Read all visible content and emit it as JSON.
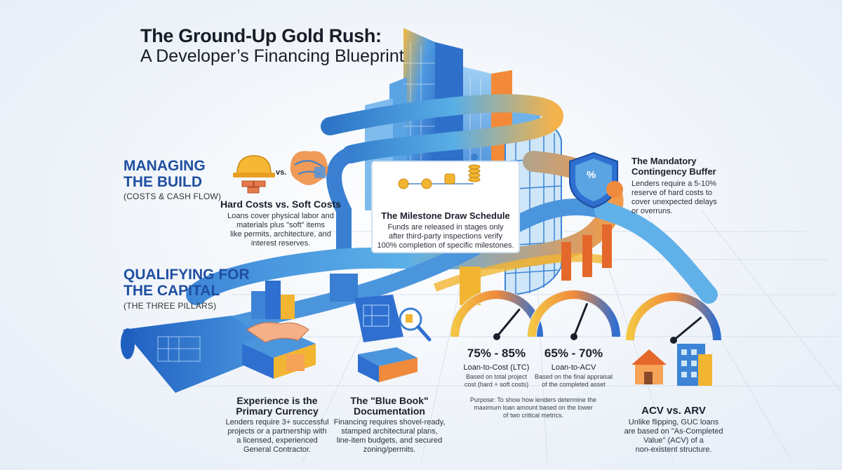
{
  "title": {
    "line1": "The Ground-Up Gold Rush:",
    "line2": "A Developer’s Financing Blueprint"
  },
  "managing": {
    "heading_line1": "MANAGING",
    "heading_line2": "THE BUILD",
    "subheading": "(COSTS & CASH FLOW)"
  },
  "hard_soft": {
    "vs": "vs.",
    "heading": "Hard Costs vs. Soft Costs",
    "body1": "Loans cover physical labor and",
    "body2": "materials plus \"soft\" items",
    "body3": "like permits, architecture, and",
    "body4": "interest reserves."
  },
  "milestone": {
    "heading": "The Milestone Draw Schedule",
    "body1": "Funds are released in stages only",
    "body2": "after third-party inspections verify",
    "body3": "100% completion of specific milestones."
  },
  "contingency": {
    "heading1": "The Mandatory",
    "heading2": "Contingency Buffer",
    "body1": "Lenders require a 5-10%",
    "body2": "reserve of hard costs to",
    "body3": "cover unexpected delays",
    "body4": "or overruns.",
    "icon_glyph": "%"
  },
  "qualifying": {
    "heading_line1": "QUALIFYING FOR",
    "heading_line2": "THE CAPITAL",
    "subheading": "(THE THREE PILLARS)"
  },
  "experience": {
    "heading1": "Experience is the",
    "heading2": "Primary Currency",
    "body1": "Lenders require 3+ successful",
    "body2": "projects or a partnership with",
    "body3": "a licensed, experienced",
    "body4": "General Contractor."
  },
  "bluebook": {
    "heading1": "The \"Blue Book\"",
    "heading2": "Documentation",
    "body1": "Financing requires shovel-ready,",
    "body2": "stamped architectural plans,",
    "body3": "line-item budgets, and secured",
    "body4": "zoning/permits."
  },
  "ltc": {
    "range": "75% - 85%",
    "label": "Loan-to-Cost (LTC)",
    "sub1": "Based on total project",
    "sub2": "cost (hard + soft costs)",
    "gauge_level": 0.72
  },
  "lacv": {
    "range": "65% - 70%",
    "label": "Loan-to-ACV",
    "sub1": "Based on the final appraisal",
    "sub2": "of the completed asset",
    "gauge_level": 0.62
  },
  "purpose": {
    "line1": "Purpose: To show how lenders determine the",
    "line2": "maximum loan amount based on the lower",
    "line3": "of two critical metrics."
  },
  "acv_arv": {
    "heading": "ACV vs. ARV",
    "body1": "Unlike flipping, GUC loans",
    "body2": "are based on \"As-Completed",
    "body3": "Value\" (ACV) of a",
    "body4": "non-existent structure.",
    "gauge_level": 0.78
  },
  "colors": {
    "blue": "#2f6fd0",
    "orange": "#f08a3c",
    "gold": "#f2b531",
    "heading_blue": "#1f4fa0"
  }
}
